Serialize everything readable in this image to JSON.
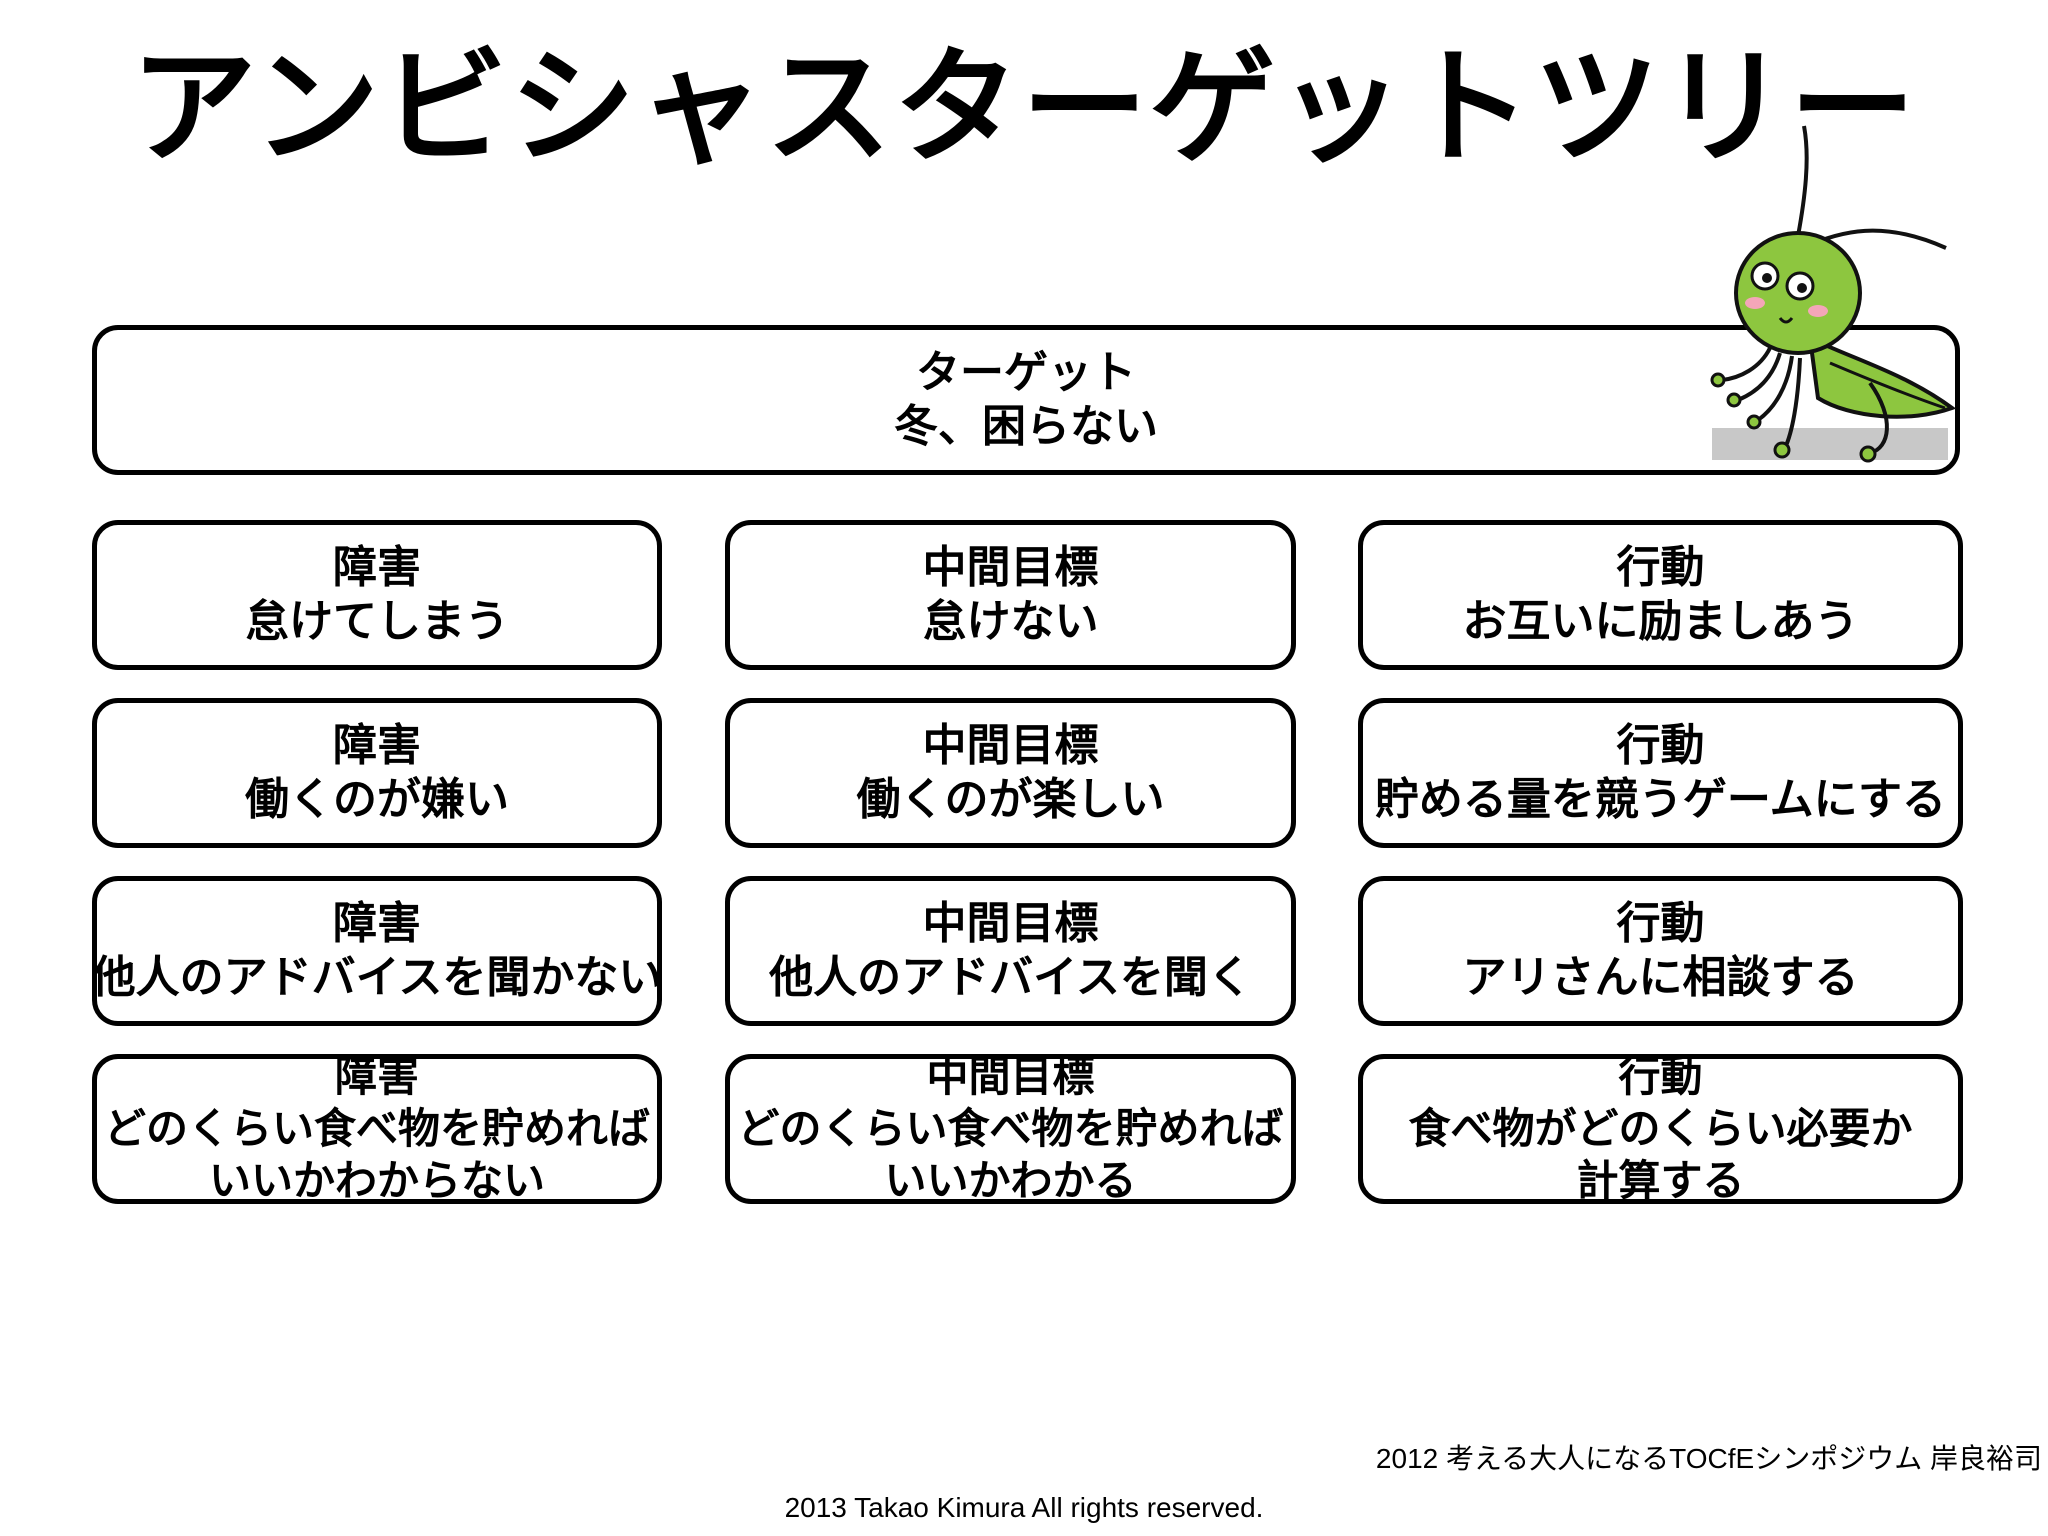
{
  "title": "アンビシャスターゲットツリー",
  "target": {
    "heading": "ターゲット",
    "text": "冬、困らない"
  },
  "rows": [
    [
      {
        "heading": "障害",
        "text": "怠けてしまう"
      },
      {
        "heading": "中間目標",
        "text": "怠けない"
      },
      {
        "heading": "行動",
        "text": "お互いに励ましあう"
      }
    ],
    [
      {
        "heading": "障害",
        "text": "働くのが嫌い"
      },
      {
        "heading": "中間目標",
        "text": "働くのが楽しい"
      },
      {
        "heading": "行動",
        "text": "貯める量を競うゲームにする"
      }
    ],
    [
      {
        "heading": "障害",
        "text": "他人のアドバイスを聞かない"
      },
      {
        "heading": "中間目標",
        "text": "他人のアドバイスを聞く"
      },
      {
        "heading": "行動",
        "text": "アリさんに相談する"
      }
    ],
    [
      {
        "heading": "障害",
        "line1": "どのくらい食べ物を貯めれば",
        "line2": "いいかわからない"
      },
      {
        "heading": "中間目標",
        "line1": "どのくらい食べ物を貯めれば",
        "line2": "いいかわかる"
      },
      {
        "heading": "行動",
        "line1": "食べ物がどのくらい必要か",
        "line2": "計算する"
      }
    ]
  ],
  "illustration": {
    "icon": "cricket-icon",
    "body_color": "#8dc63f",
    "shadow_color": "#c8c8c8",
    "cheek_color": "#f4a6b8"
  },
  "credits": {
    "source": "2012 考える大人になるTOCfEシンポジウム 岸良裕司",
    "copyright": "2013 Takao Kimura All rights reserved."
  }
}
